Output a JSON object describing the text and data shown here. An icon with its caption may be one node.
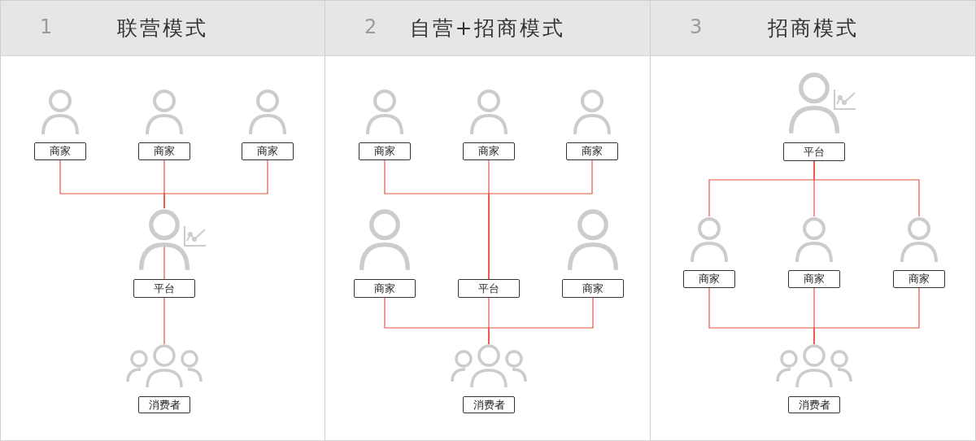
{
  "diagram": {
    "nodes": [
      {
        "text": [
          "1",
          "联营模式"
        ]
      },
      {
        "text": [
          "商家"
        ],
        "in": 0
      },
      {
        "text": [
          "商家"
        ],
        "in": 0
      },
      {
        "text": [
          "商家"
        ],
        "in": 0
      },
      {
        "text": [
          "平台"
        ],
        "in": 0
      },
      {
        "text": [
          "消费者"
        ],
        "in": 0
      },
      {
        "text": [
          "2",
          "自营+招商模式"
        ]
      },
      {
        "text": [
          "商家"
        ],
        "in": 6
      },
      {
        "text": [
          "商家"
        ],
        "in": 6
      },
      {
        "text": [
          "商家"
        ],
        "in": 6
      },
      {
        "text": [
          "商家"
        ],
        "in": 6
      },
      {
        "text": [
          "平台"
        ],
        "in": 6
      },
      {
        "text": [
          "商家"
        ],
        "in": 6
      },
      {
        "text": [
          "消费者"
        ],
        "in": 6
      },
      {
        "text": [
          "3",
          "招商模式"
        ]
      },
      {
        "text": [
          "平台"
        ],
        "in": 14
      },
      {
        "text": [
          "商家"
        ],
        "in": 14
      },
      {
        "text": [
          "商家"
        ],
        "in": 14
      },
      {
        "text": [
          "商家"
        ],
        "in": 14
      },
      {
        "text": [
          "消费者"
        ],
        "in": 14
      }
    ],
    "edges": [
      {
        "from": 1,
        "to": 4,
        "arrow": "none"
      },
      {
        "from": 2,
        "to": 4,
        "arrow": "none"
      },
      {
        "from": 3,
        "to": 4,
        "arrow": "none"
      },
      {
        "from": 4,
        "to": 5,
        "arrow": "none"
      },
      {
        "from": 7,
        "to": 11,
        "arrow": "none"
      },
      {
        "from": 8,
        "to": 11,
        "arrow": "none"
      },
      {
        "from": 9,
        "to": 11,
        "arrow": "none"
      },
      {
        "from": 10,
        "to": 13,
        "arrow": "none"
      },
      {
        "from": 11,
        "to": 13,
        "arrow": "none"
      },
      {
        "from": 12,
        "to": 13,
        "arrow": "none"
      },
      {
        "from": 15,
        "to": 16,
        "arrow": "none"
      },
      {
        "from": 15,
        "to": 17,
        "arrow": "none"
      },
      {
        "from": 15,
        "to": 18,
        "arrow": "none"
      },
      {
        "from": 16,
        "to": 19,
        "arrow": "none"
      },
      {
        "from": 17,
        "to": 19,
        "arrow": "none"
      },
      {
        "from": 18,
        "to": 19,
        "arrow": "none"
      }
    ]
  }
}
